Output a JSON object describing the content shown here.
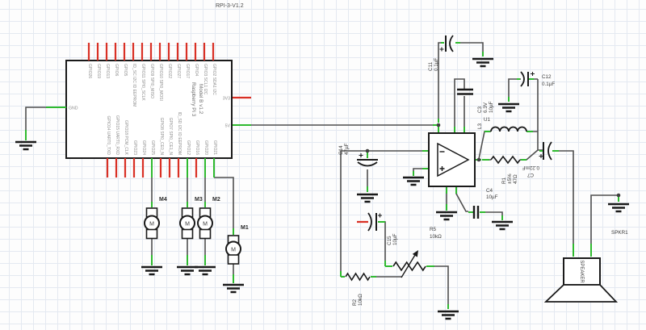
{
  "title": "RPI-3-V1.2",
  "colors": {
    "wire": "#4f4f4f",
    "unconnected_pin": "#d93025",
    "connected_pin": "#2fba2f",
    "grid": "#e4e9f1",
    "component_outline": "#1a1a1a"
  },
  "rpi": {
    "name_line1": "Raspberry Pi 3",
    "name_line2": "Model B v1.2",
    "gnd": "GND",
    "v33": "3V3",
    "v5": "5V",
    "top_pins": [
      "GPIO26",
      "GPIO19",
      "GPIO13",
      "GPIO6",
      "GPIO5",
      "ID_SC I2C ID EEPROM",
      "GPIO11 SPI0_SCLK",
      "GPIO9 SPI0_MISO",
      "GPIO10 SPI0_MOSI",
      "GPIO22",
      "GPIO27",
      "GPIO17",
      "GPIO4",
      "GPIO3 SCL1 I2C",
      "GPIO2 SDA1 I2C"
    ],
    "bottom_pins": [
      "GPIO14 UART0_TXD",
      "GPIO15 UART0_RXD",
      "GPIO18 PCM_CLK",
      "GPIO23",
      "GPIO24",
      "GPIO25",
      "GPIO8 SPI0_CE0_N",
      "GPIO7 SPI0_CE1_N",
      "ID_SD I2C ID EEPROM",
      "GPIO12",
      "GPIO16",
      "GPIO20",
      "GPIO21"
    ]
  },
  "parts": {
    "u1": {
      "ref": "U1"
    },
    "l3": {
      "ref": "L3"
    },
    "r1": {
      "ref": "R1",
      "tol": "±5%",
      "value": "47Ω"
    },
    "r2": {
      "ref": "R2",
      "value": "10kΩ"
    },
    "r5": {
      "ref": "R5",
      "value": "10kΩ"
    },
    "c3": {
      "ref": "C3",
      "voltage": "6.3V",
      "value": "10µF"
    },
    "c4": {
      "ref": "C4",
      "value": "10µF"
    },
    "c7": {
      "ref": "C7",
      "value": "0.22mF"
    },
    "c11": {
      "ref": "C11",
      "value": "0.1µF"
    },
    "c12": {
      "ref": "C12",
      "value": "0.1µF"
    },
    "c14": {
      "ref": "C14",
      "value": "47µF"
    },
    "c15": {
      "ref": "C15",
      "value": "10µF"
    },
    "m1": {
      "ref": "M1",
      "symbol": "M"
    },
    "m2": {
      "ref": "M2",
      "symbol": "M"
    },
    "m3": {
      "ref": "M3",
      "symbol": "M"
    },
    "m4": {
      "ref": "M4",
      "symbol": "M"
    },
    "spkr1": {
      "ref": "SPKR1",
      "label": "SPEAKER"
    }
  }
}
